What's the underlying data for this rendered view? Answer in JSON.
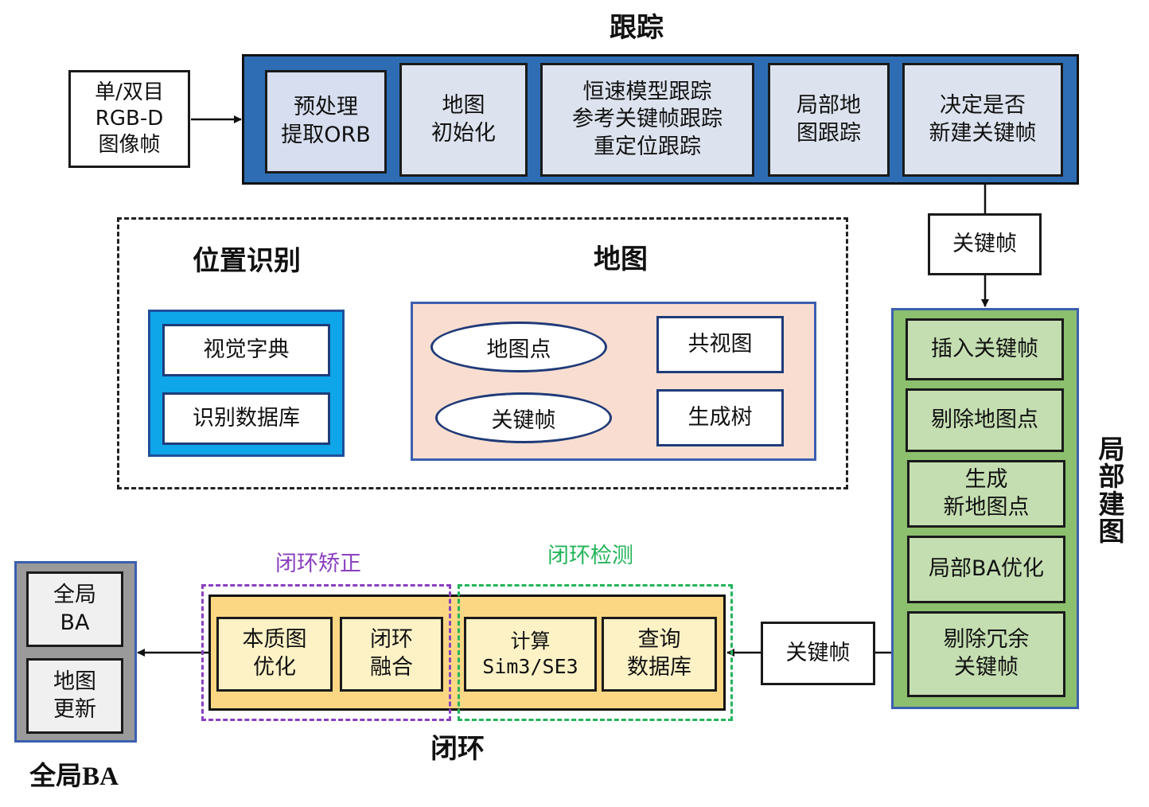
{
  "colors": {
    "tracking_band": "#2e6db4",
    "tracking_box": "#dde3ee",
    "tracking_first_box": "#d6deef",
    "place_band": "#0ea5e9",
    "map_panel": "#f9ddd0",
    "map_border": "#3b5fb0",
    "local_band": "#8cbf6e",
    "local_box": "#c4deb1",
    "loop_band": "#fbd784",
    "loop_box": "#fdf2c6",
    "correction_frame": "#8a3fbf",
    "correction_label": "#8a3fbf",
    "detection_frame": "#24b45a",
    "detection_label": "#24b45a",
    "global_band": "#9a9a9a",
    "global_box": "#f0f0f0"
  },
  "input": {
    "label": "单/双目\nRGB-D\n图像帧"
  },
  "tracking": {
    "title": "跟踪",
    "boxes": [
      {
        "label": "预处理\n提取ORB"
      },
      {
        "label": "地图\n初始化"
      },
      {
        "label": "恒速模型跟踪\n参考关键帧跟踪\n重定位跟踪"
      },
      {
        "label": "局部地\n图跟踪"
      },
      {
        "label": "决定是否\n新建关键帧"
      }
    ]
  },
  "keyframe_link_1": {
    "label": "关键帧"
  },
  "place_recognition": {
    "title": "位置识别",
    "items": [
      {
        "label": "视觉字典"
      },
      {
        "label": "识别数据库"
      }
    ]
  },
  "map": {
    "title": "地图",
    "ellipses": [
      {
        "label": "地图点"
      },
      {
        "label": "关键帧"
      }
    ],
    "boxes": [
      {
        "label": "共视图"
      },
      {
        "label": "生成树"
      }
    ]
  },
  "local_mapping": {
    "title": "局\n部\n建\n图",
    "items": [
      {
        "label": "插入关键帧"
      },
      {
        "label": "剔除地图点"
      },
      {
        "label": "生成\n新地图点"
      },
      {
        "label": "局部BA优化"
      },
      {
        "label": "剔除冗余\n关键帧"
      }
    ]
  },
  "keyframe_link_2": {
    "label": "关键帧"
  },
  "loop_closing": {
    "title": "闭环",
    "correction_label": "闭环矫正",
    "detection_label": "闭环检测",
    "boxes": [
      {
        "label": "本质图\n优化"
      },
      {
        "label": "闭环\n融合"
      },
      {
        "label": "计算\nSim3/SE3"
      },
      {
        "label": "查询\n数据库"
      }
    ]
  },
  "global_ba": {
    "title": "全局BA",
    "items": [
      {
        "label": "全局\nBA"
      },
      {
        "label": "地图\n更新"
      }
    ]
  }
}
